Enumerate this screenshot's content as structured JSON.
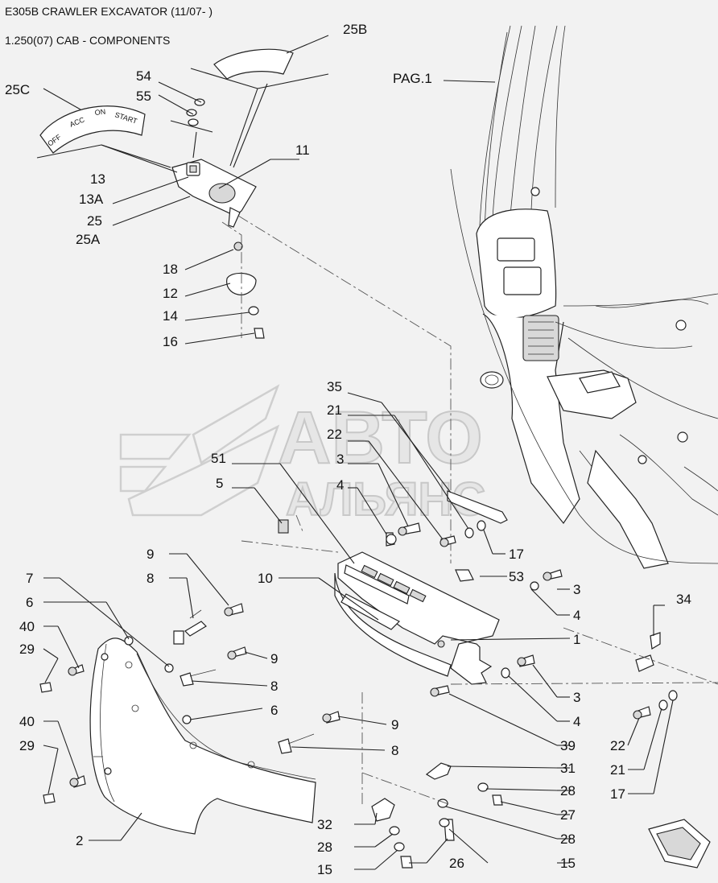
{
  "header": {
    "title": "E305B CRAWLER EXCAVATOR (11/07- )",
    "subtitle": "1.250(07) CAB - COMPONENTS"
  },
  "watermark": {
    "line1": "АВТО",
    "line2": "АЛЬЯНС"
  },
  "key_switch_plate": {
    "text1": "OFF",
    "text2": "ACC",
    "text3": "ON",
    "text4": "START"
  },
  "callouts": {
    "c25b": "25B",
    "c54": "54",
    "c55": "55",
    "c25c": "25C",
    "pag1": "PAG.1",
    "c11": "11",
    "c13": "13",
    "c13a": "13A",
    "c25": "25",
    "c25a": "25A",
    "c18": "18",
    "c12": "12",
    "c14": "14",
    "c16": "16",
    "c35": "35",
    "c21a": "21",
    "c22a": "22",
    "c3a": "3",
    "c4a": "4",
    "c51": "51",
    "c5": "5",
    "c17a": "17",
    "c53": "53",
    "c3b": "3",
    "c4b": "4",
    "c9a": "9",
    "c8a": "8",
    "c10": "10",
    "c7": "7",
    "c6a": "6",
    "c40a": "40",
    "c29a": "29",
    "c9b": "9",
    "c1": "1",
    "c34": "34",
    "c8b": "8",
    "c3c": "3",
    "c6b": "6",
    "c40b": "40",
    "c29b": "29",
    "c9c": "9",
    "c4c": "4",
    "c39": "39",
    "c22b": "22",
    "c21b": "21",
    "c17b": "17",
    "c8c": "8",
    "c31": "31",
    "c28a": "28",
    "c27": "27",
    "c2": "2",
    "c32": "32",
    "c28b": "28",
    "c28c": "28",
    "c15a": "15",
    "c26": "26",
    "c15b": "15"
  }
}
